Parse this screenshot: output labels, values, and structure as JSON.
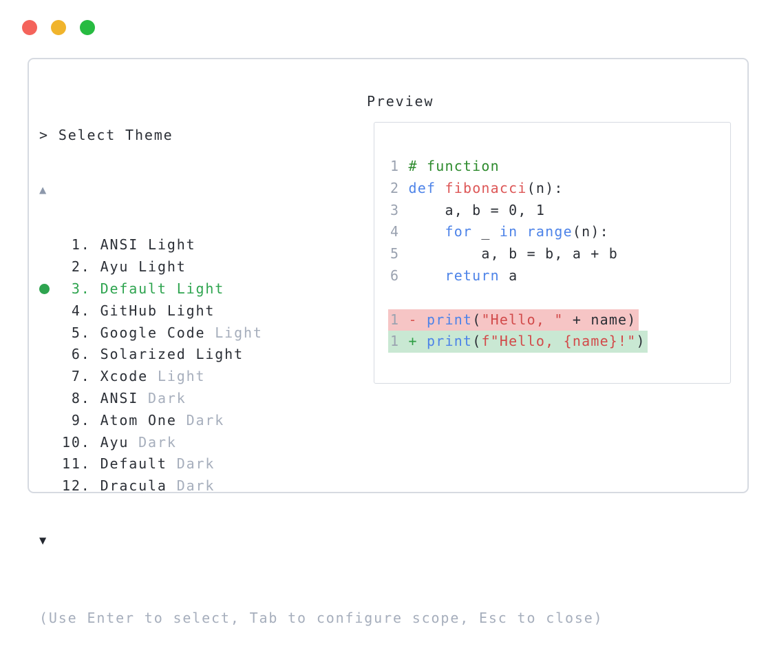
{
  "window": {
    "traffic_lights": [
      {
        "name": "close",
        "color": "#f4635b"
      },
      {
        "name": "minimize",
        "color": "#f0b42c"
      },
      {
        "name": "maximize",
        "color": "#27bb41"
      }
    ]
  },
  "theme_picker": {
    "prompt_symbol": ">",
    "title": "Select Theme",
    "scroll_up_symbol": "▲",
    "scroll_down_symbol": "▼",
    "items": [
      {
        "num": "1",
        "name": "ANSI",
        "variant": "Light",
        "muted_variant": false,
        "selected": false
      },
      {
        "num": "2",
        "name": "Ayu",
        "variant": "Light",
        "muted_variant": false,
        "selected": false
      },
      {
        "num": "3",
        "name": "Default",
        "variant": "Light",
        "muted_variant": false,
        "selected": true
      },
      {
        "num": "4",
        "name": "GitHub",
        "variant": "Light",
        "muted_variant": false,
        "selected": false
      },
      {
        "num": "5",
        "name": "Google Code",
        "variant": "Light",
        "muted_variant": true,
        "selected": false
      },
      {
        "num": "6",
        "name": "Solarized",
        "variant": "Light",
        "muted_variant": false,
        "selected": false
      },
      {
        "num": "7",
        "name": "Xcode",
        "variant": "Light",
        "muted_variant": true,
        "selected": false
      },
      {
        "num": "8",
        "name": "ANSI",
        "variant": "Dark",
        "muted_variant": true,
        "selected": false
      },
      {
        "num": "9",
        "name": "Atom One",
        "variant": "Dark",
        "muted_variant": true,
        "selected": false
      },
      {
        "num": "10",
        "name": "Ayu",
        "variant": "Dark",
        "muted_variant": true,
        "selected": false
      },
      {
        "num": "11",
        "name": "Default",
        "variant": "Dark",
        "muted_variant": true,
        "selected": false
      },
      {
        "num": "12",
        "name": "Dracula",
        "variant": "Dark",
        "muted_variant": true,
        "selected": false
      }
    ],
    "help_text": "(Use Enter to select, Tab to configure scope, Esc to close)"
  },
  "preview": {
    "title": "Preview",
    "code_lines": [
      {
        "tokens": [
          [
            "ln",
            "1 "
          ],
          [
            "c",
            "# function"
          ]
        ]
      },
      {
        "tokens": [
          [
            "ln",
            "2 "
          ],
          [
            "k",
            "def"
          ],
          [
            "p",
            " "
          ],
          [
            "fn",
            "fibonacci"
          ],
          [
            "p",
            "(n):"
          ]
        ]
      },
      {
        "tokens": [
          [
            "ln",
            "3 "
          ],
          [
            "p",
            "    a, b = 0, 1"
          ]
        ]
      },
      {
        "tokens": [
          [
            "ln",
            "4 "
          ],
          [
            "p",
            "    "
          ],
          [
            "k",
            "for"
          ],
          [
            "p",
            " _ "
          ],
          [
            "k",
            "in"
          ],
          [
            "p",
            " "
          ],
          [
            "k",
            "range"
          ],
          [
            "p",
            "(n):"
          ]
        ]
      },
      {
        "tokens": [
          [
            "ln",
            "5 "
          ],
          [
            "p",
            "        a, b = b, a + b"
          ]
        ]
      },
      {
        "tokens": [
          [
            "ln",
            "6 "
          ],
          [
            "p",
            "    "
          ],
          [
            "k",
            "return"
          ],
          [
            "p",
            " a"
          ]
        ]
      },
      {
        "blank": true
      },
      {
        "diff": "del",
        "tokens": [
          [
            "ln",
            "1 "
          ],
          [
            "del",
            "- "
          ],
          [
            "k",
            "print"
          ],
          [
            "p",
            "("
          ],
          [
            "s",
            "\"Hello, \""
          ],
          [
            "p",
            " + name)"
          ]
        ]
      },
      {
        "diff": "add",
        "tokens": [
          [
            "ln",
            "1 "
          ],
          [
            "add",
            "+ "
          ],
          [
            "k",
            "print"
          ],
          [
            "p",
            "("
          ],
          [
            "s",
            "f\"Hello, {name}!\""
          ],
          [
            "p",
            ")"
          ]
        ]
      }
    ]
  },
  "colors": {
    "panel_border": "#d6dae1",
    "text_primary": "#2b2f36",
    "text_muted": "#a6aebc",
    "selected_green": "#2ea44f",
    "scroll_up_arrow": "#8d98ab",
    "scroll_down_arrow": "#23272f",
    "line_number": "#9aa2b0",
    "syntax_comment": "#2e8b2e",
    "syntax_keyword": "#4d83e8",
    "syntax_function": "#dd5757",
    "syntax_string": "#d24a4a",
    "diff_del_bg": "#f6c5c5",
    "diff_add_bg": "#c9e8d3",
    "diff_del_sign": "#d9534f",
    "diff_add_sign": "#2e9e44"
  }
}
